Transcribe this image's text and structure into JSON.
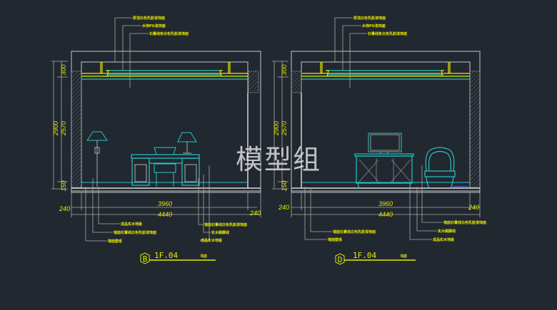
{
  "watermark": "模型组",
  "colors": {
    "background": "#212830",
    "lines": "#c8c8c8",
    "annotation": "#e8e800",
    "furniture": "#27c5c8",
    "hatch": "#5a5a5a"
  },
  "elevations": [
    {
      "id": "B",
      "marker": "B",
      "title": "1F.04",
      "subtitle": "书房",
      "top_labels": [
        "原顶白色乳胶漆饰面",
        "木饰PU漆饰面",
        "石膏线条白色乳胶漆饰面"
      ],
      "bottom_labels_left": [
        "成品实木地板",
        "墙面石膏线白色乳胶漆饰面",
        "墙面壁纸"
      ],
      "bottom_labels_right": [
        "墙面石膏线白色乳胶漆饰面",
        "实木踢脚线",
        "成品实木地板"
      ],
      "dims_vertical": [
        "300",
        "2900",
        "2570",
        "150"
      ],
      "dims_horizontal": {
        "inner": "3960",
        "total": "4440",
        "left_wall": "240",
        "right_wall": "240"
      },
      "furniture": [
        "floor-lamp",
        "desk",
        "desk-chair",
        "table-lamp",
        "bookstand"
      ]
    },
    {
      "id": "D",
      "marker": "D",
      "title": "1F.04",
      "subtitle": "书房",
      "top_labels": [
        "原顶白色乳胶漆饰面",
        "木饰PU漆饰面",
        "石膏线条白色乳胶漆饰面"
      ],
      "bottom_labels_left": [
        "墙面石膏线白色乳胶漆饰面",
        "墙面壁纸"
      ],
      "bottom_labels_right": [
        "墙面石膏线白色乳胶漆饰面",
        "实木踢脚线",
        "成品实木地板"
      ],
      "dims_vertical": [
        "300",
        "2900",
        "2570",
        "150"
      ],
      "dims_horizontal": {
        "inner": "3960",
        "total": "4440",
        "left_wall": "240",
        "right_wall": "240"
      },
      "furniture": [
        "tv-monitor",
        "tv-cabinet",
        "armchair"
      ]
    }
  ]
}
